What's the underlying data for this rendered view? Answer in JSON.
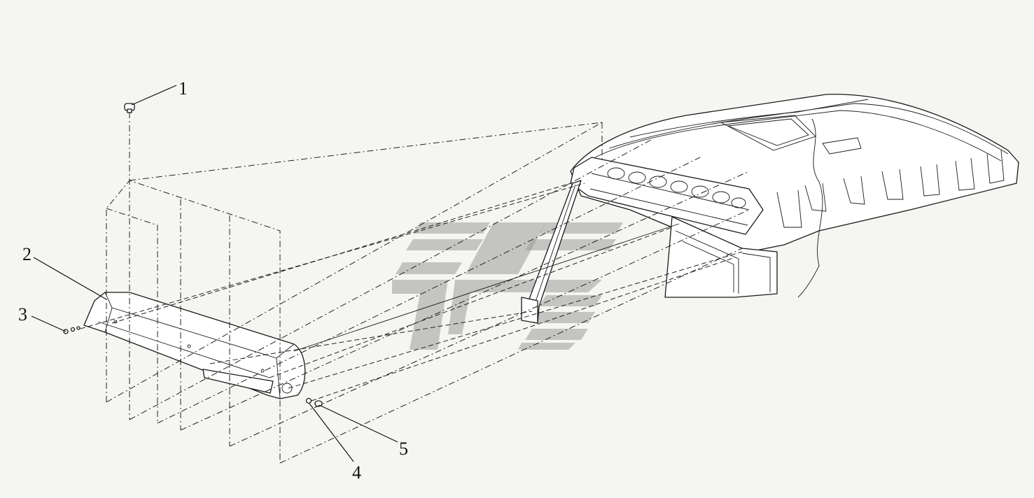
{
  "figure": {
    "background": "#f5f5f1",
    "line_color": "#1a1a1a",
    "watermark_color": "#9a9a9a"
  },
  "callouts": [
    {
      "id": "c1",
      "label": "1"
    },
    {
      "id": "c2",
      "label": "2"
    },
    {
      "id": "c3",
      "label": "3"
    },
    {
      "id": "c4",
      "label": "4"
    },
    {
      "id": "c5",
      "label": "5"
    }
  ],
  "icons": {
    "watermark": "company-logo-icon"
  }
}
